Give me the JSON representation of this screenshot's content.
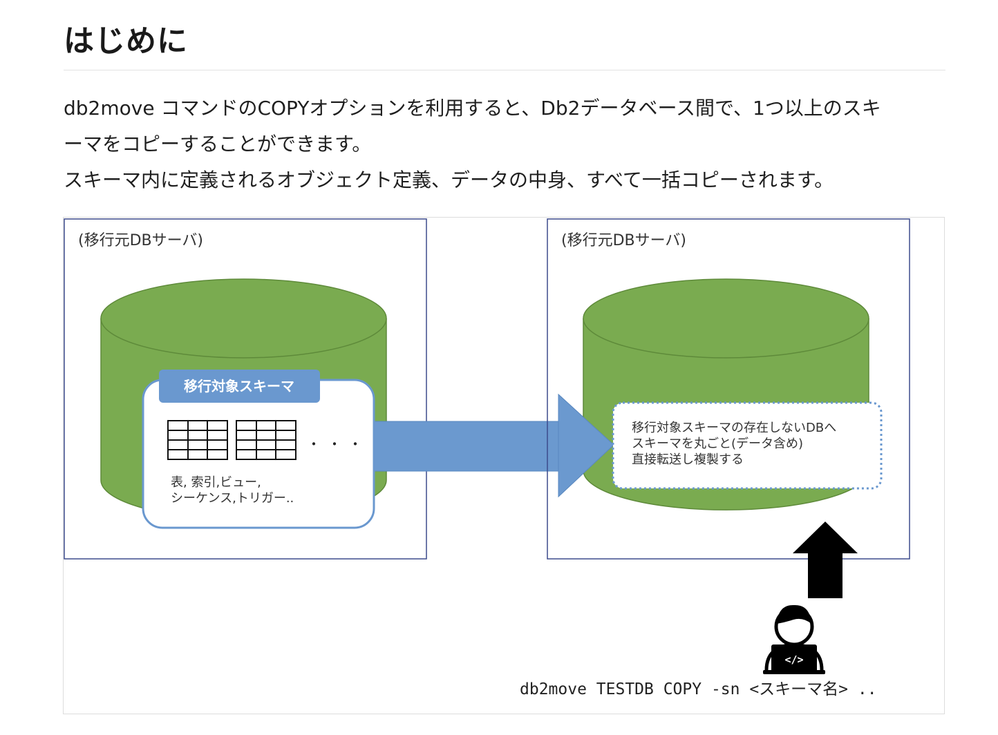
{
  "heading": "はじめに",
  "paragraph": {
    "line1": "db2move コマンドのCOPYオプションを利用すると、Db2データベース間で、1つ以上のスキ",
    "line2": "ーマをコピーすることができます。",
    "line3": "スキーマ内に定義されるオブジェクト定義、データの中身、すべて一括コピーされます。"
  },
  "diagram": {
    "source_server_label": "(移行元DBサーバ)",
    "target_server_label": "(移行元DBサーバ)",
    "schema_tab_label": "移行対象スキーマ",
    "ellipsis": "・・・",
    "objects_line1": "表, 索引,ビュー,",
    "objects_line2": "シーケンス,トリガー..",
    "note_line1": "移行対象スキーマの存在しないDBへ",
    "note_line2": "スキーマを丸ごと(データ含め)",
    "note_line3": "直接転送し複製する",
    "command": "db2move TESTDB COPY -sn <スキーマ名> ..",
    "icons": {
      "database": "database-cylinder-icon",
      "table": "table-grid-icon",
      "arrow": "transfer-arrow-icon",
      "user": "developer-laptop-icon"
    },
    "colors": {
      "cylinder": "#7aab50",
      "cylinder_stroke": "#5e8a3a",
      "schema_border": "#6a98cf",
      "schema_tab": "#6a98cf",
      "arrow": "#6b99cf",
      "server_border": "#3c4a8c"
    }
  }
}
